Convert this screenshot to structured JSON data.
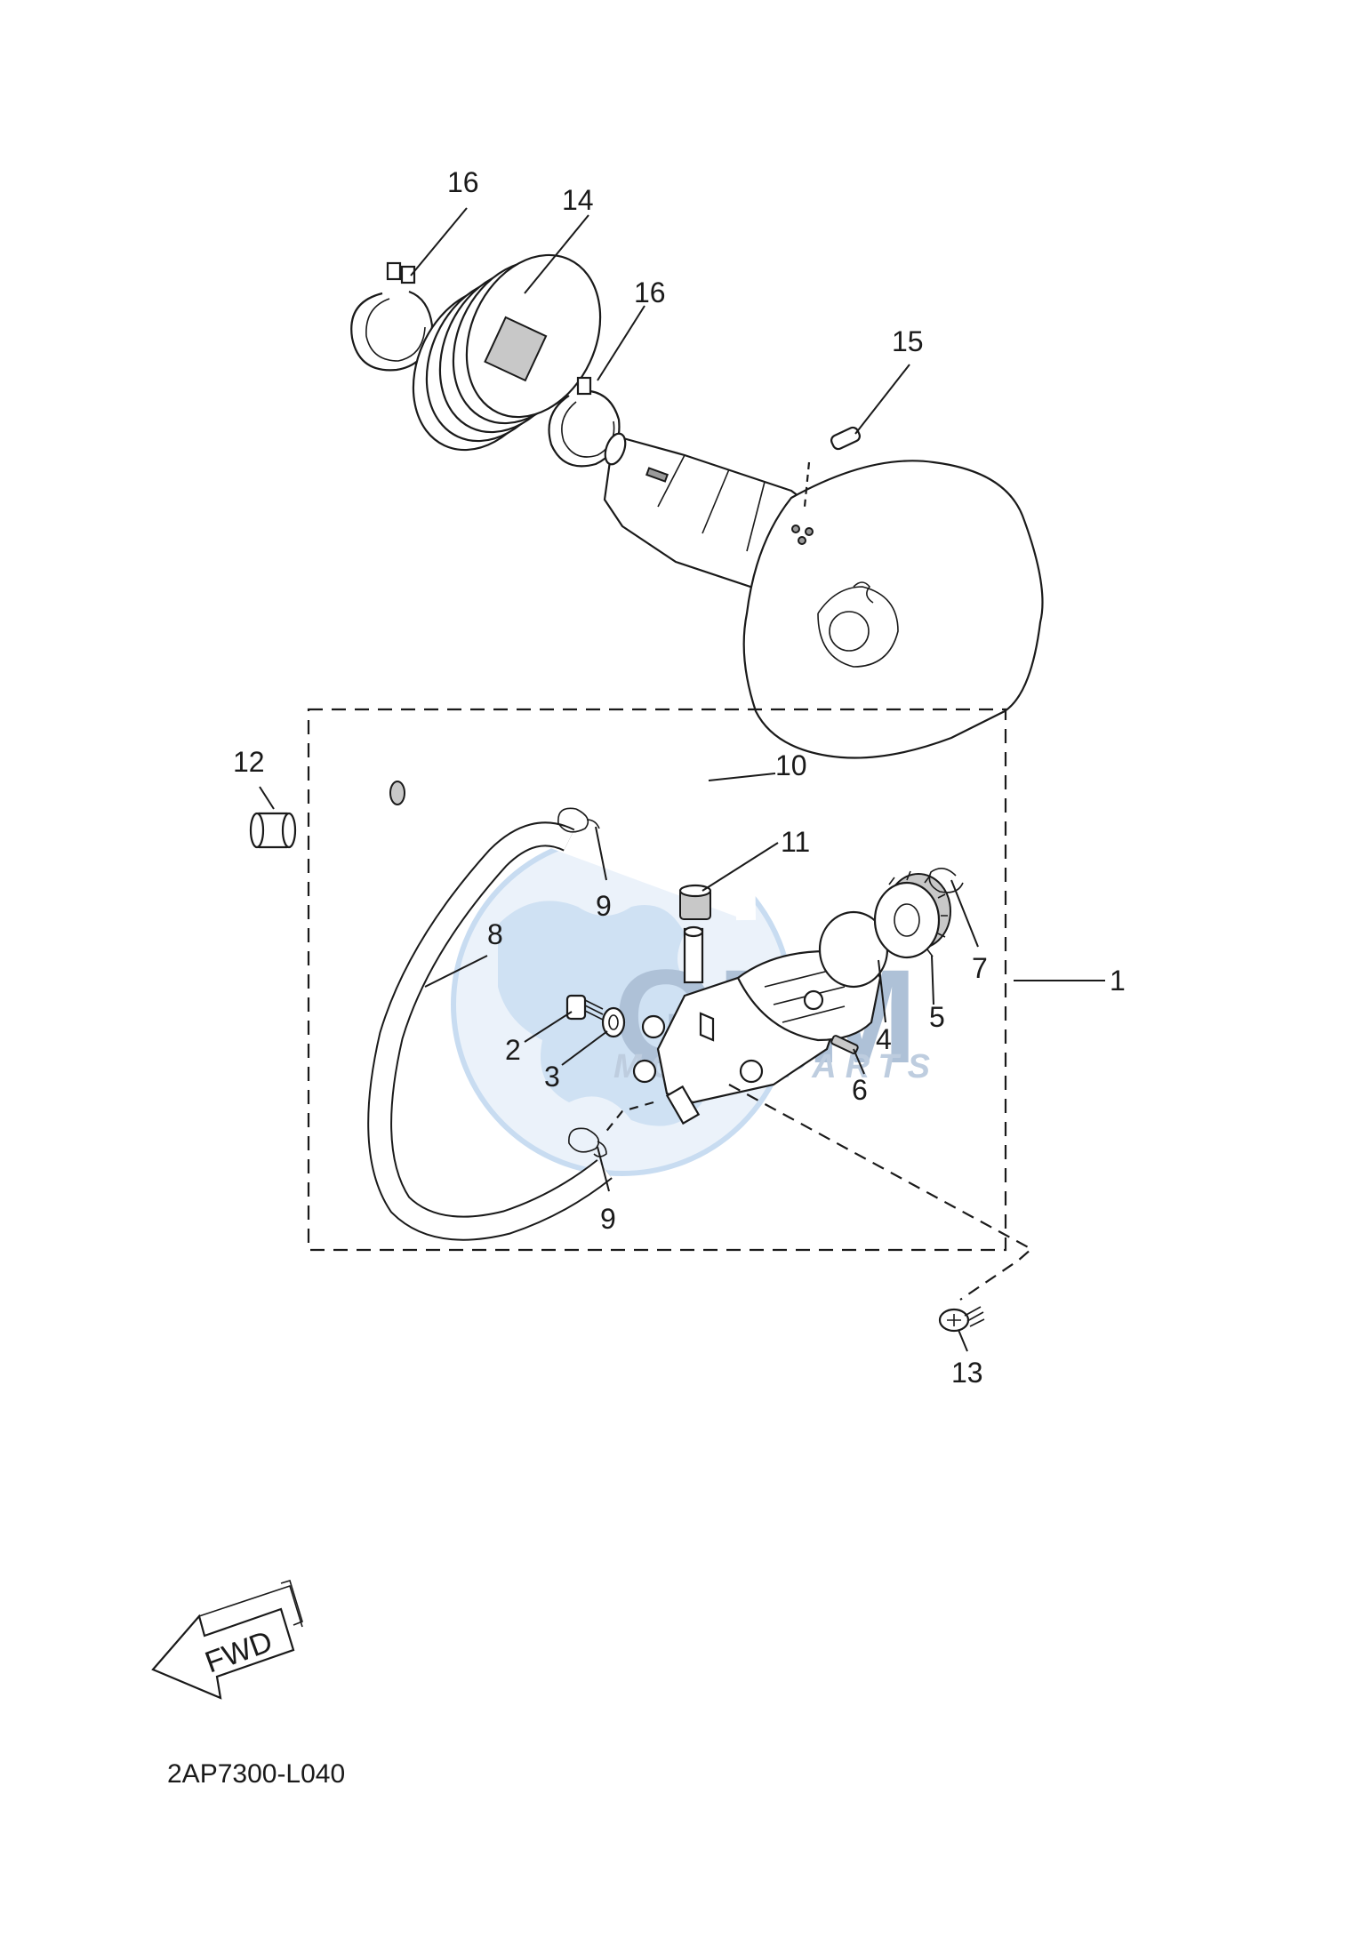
{
  "diagram": {
    "reference_code": "2AP7300-L040",
    "direction_label": "FWD",
    "watermark": {
      "brand": "GEM",
      "tagline": "MOTORPARTS",
      "brand_color": "#5b8fc9",
      "globe_color": "#cfe2f4"
    },
    "callouts": [
      {
        "id": "c1",
        "number": "1"
      },
      {
        "id": "c2",
        "number": "2"
      },
      {
        "id": "c3",
        "number": "3"
      },
      {
        "id": "c4",
        "number": "4"
      },
      {
        "id": "c5",
        "number": "5"
      },
      {
        "id": "c6",
        "number": "6"
      },
      {
        "id": "c7",
        "number": "7"
      },
      {
        "id": "c8",
        "number": "8"
      },
      {
        "id": "c9a",
        "number": "9"
      },
      {
        "id": "c9b",
        "number": "9"
      },
      {
        "id": "c10",
        "number": "10"
      },
      {
        "id": "c11",
        "number": "11"
      },
      {
        "id": "c12",
        "number": "12"
      },
      {
        "id": "c13",
        "number": "13"
      },
      {
        "id": "c14",
        "number": "14"
      },
      {
        "id": "c15",
        "number": "15"
      },
      {
        "id": "c16a",
        "number": "16"
      },
      {
        "id": "c16b",
        "number": "16"
      }
    ]
  }
}
